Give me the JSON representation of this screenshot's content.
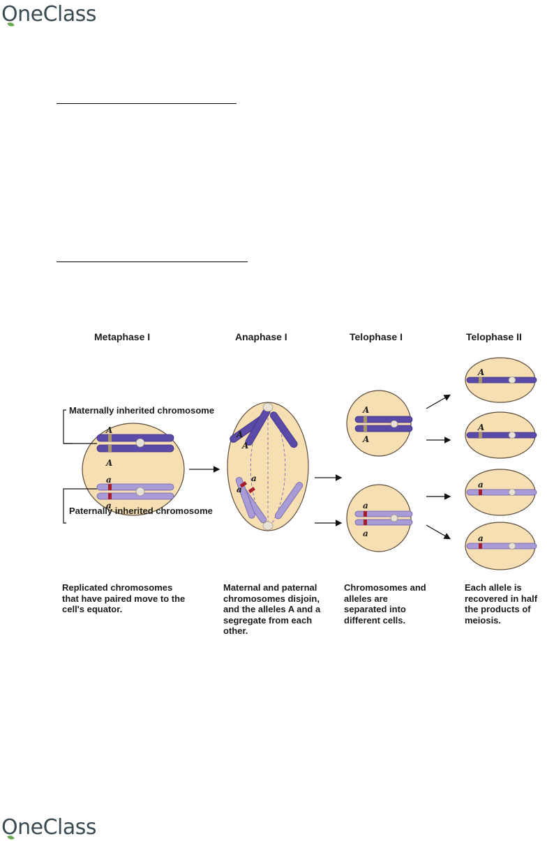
{
  "header": {
    "brand": "OneClass"
  },
  "footer": {
    "brand": "OneClass"
  },
  "figure": {
    "phases": [
      "Metaphase I",
      "Anaphase I",
      "Telophase I",
      "Telophase II"
    ],
    "labels": {
      "maternal": "Maternally inherited chromosome",
      "paternal": "Paternally inherited chromosome"
    },
    "alleles": {
      "dominant": "A",
      "recessive": "a"
    },
    "captions": [
      "Replicated chromosomes\nthat have paired move to the\ncell's equator.",
      "Maternal and paternal\nchromosomes disjoin,\nand the alleles A and a\nsegregate from each\nother.",
      "Chromosomes and\nalleles are\nseparated into\ndifferent cells.",
      "Each allele is\nrecovered in half\nthe products of\nmeiosis."
    ],
    "colors": {
      "cell": "#f6dfb3",
      "maternal": "#5b4aa8",
      "paternal": "#a89bd6",
      "allele_A": "#a8956a",
      "allele_a": "#a51d2d"
    }
  }
}
